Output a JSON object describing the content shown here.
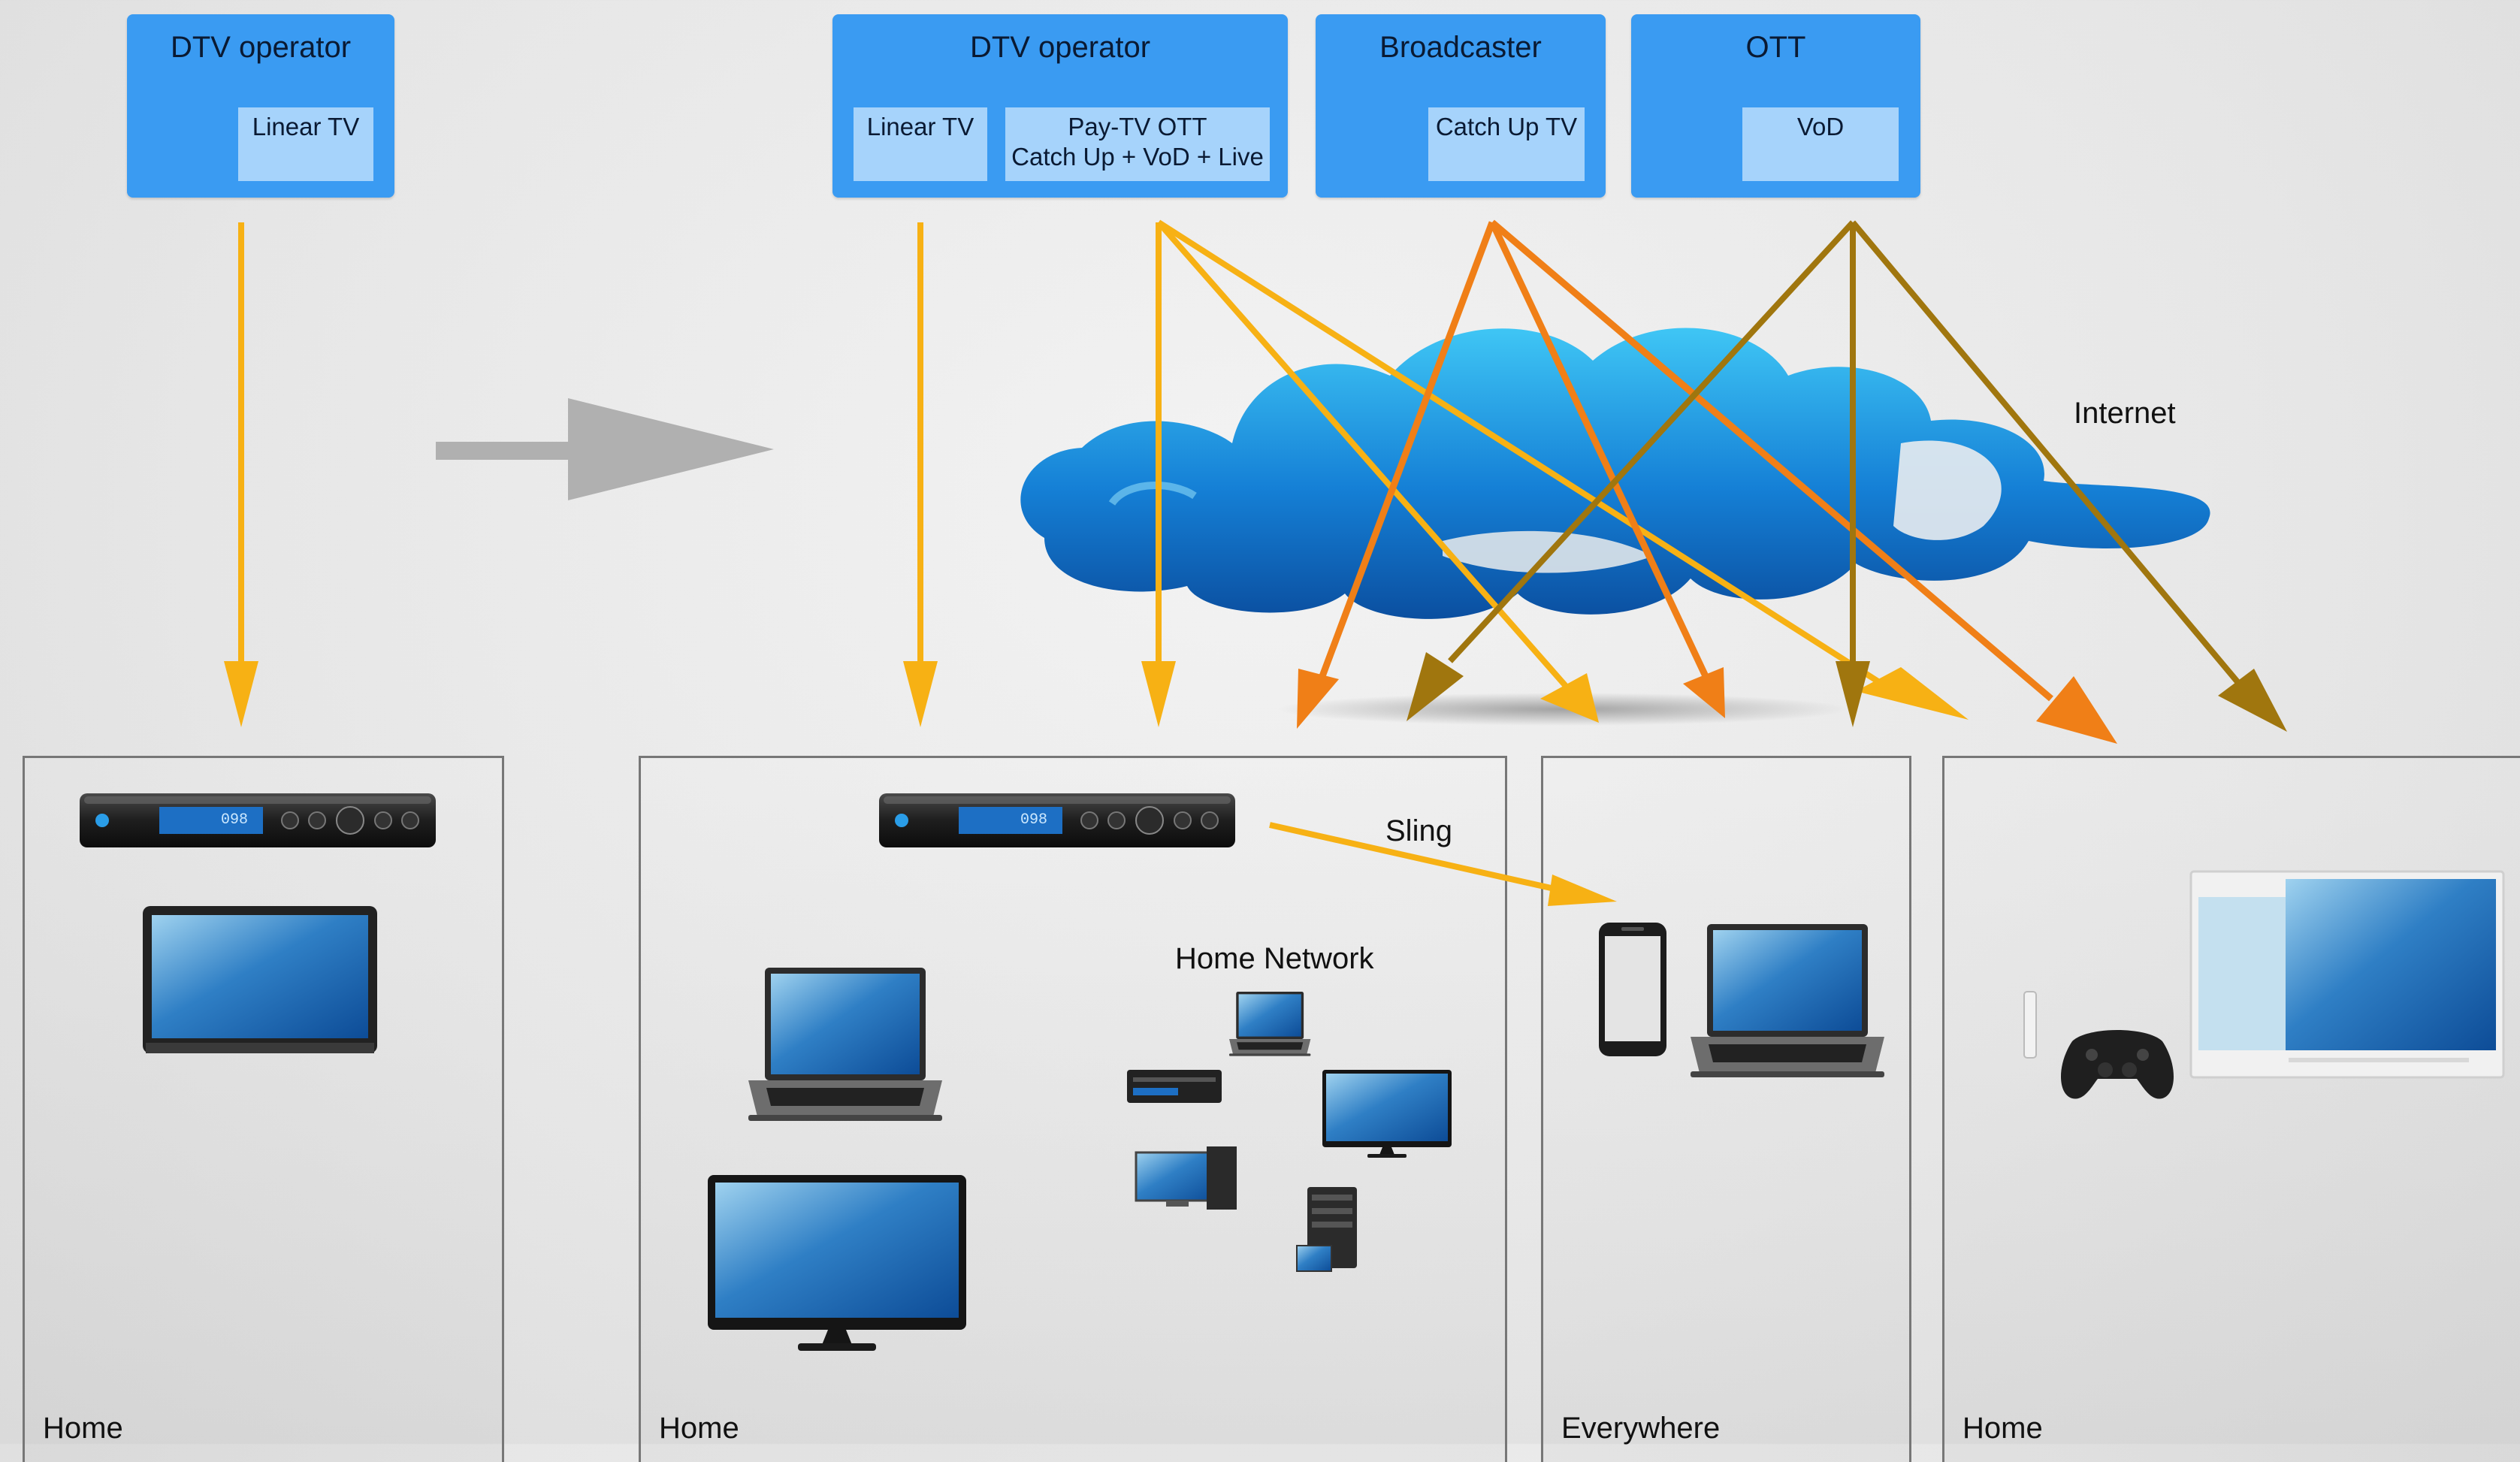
{
  "sources": {
    "dtv_left": {
      "title": "DTV operator",
      "linear": "Linear TV"
    },
    "dtv_right": {
      "title": "DTV operator",
      "linear": "Linear TV",
      "paytv": "Pay-TV OTT\nCatch Up + VoD + Live"
    },
    "broadcaster": {
      "title": "Broadcaster",
      "catchup": "Catch Up TV"
    },
    "ott": {
      "title": "OTT",
      "vod": "VoD"
    }
  },
  "cloud_label": "Internet",
  "sling_label": "Sling",
  "home_network_label": "Home Network",
  "panels": [
    "Home",
    "Home",
    "Everywhere",
    "Home"
  ],
  "stb_display": "098",
  "colors": {
    "box_blue": "#3a9bf2",
    "inner_blue": "#a6d3fb",
    "arrow_yellow": "#f7b114",
    "arrow_orange": "#f07f17",
    "arrow_olive": "#a0760e",
    "transition_arrow": "#b0b0b0"
  },
  "icons": [
    "set-top-box-icon",
    "tv-icon",
    "laptop-icon",
    "monitor-icon",
    "smartphone-icon",
    "game-controller-icon",
    "server-icon",
    "cloud-icon"
  ]
}
